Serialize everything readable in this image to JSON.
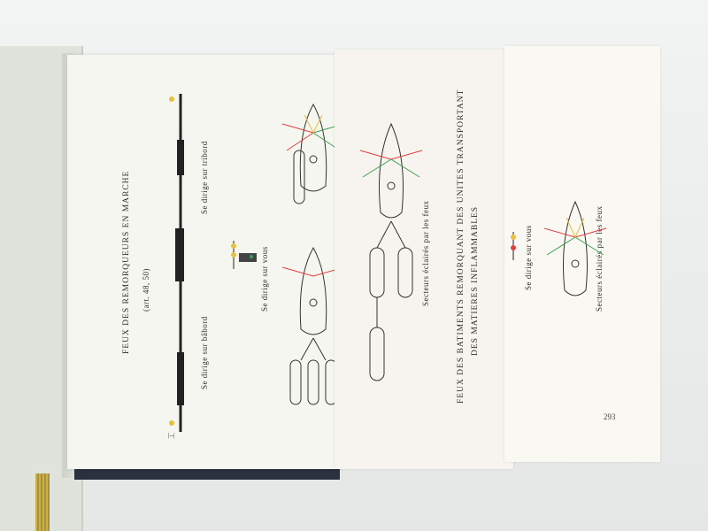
{
  "page_left": {
    "title_line1": "FEUX DES REMORQUEURS EN MARCHE",
    "title_line2": "(art. 48, 50)",
    "label_babord": "Se dirige sur bâbord",
    "label_tribord": "Se dirige sur tribord",
    "label_vous": "Se dirige sur vous",
    "label_secteurs": "Secteurs éclairés par les feux"
  },
  "page_middle": {
    "title_line1": "FEUX DES BATIMENTS REMORQUANT DES UNITES TRANSPORTANT",
    "title_line2": "DES MATIERES INFLAMMABLES"
  },
  "page_right": {
    "label_vous": "Se dirige sur vous",
    "label_secteurs": "Secteurs éclairés par les feux",
    "page_number": "293"
  },
  "colors": {
    "page": "#f6f6f1",
    "ink": "#2c2c2c",
    "light_red": "#e04040",
    "light_green": "#3aa050",
    "light_yellow": "#e8c040",
    "tassel": "#c9b24a"
  }
}
